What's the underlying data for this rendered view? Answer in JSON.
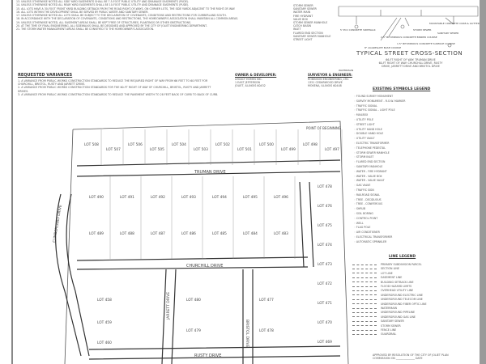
{
  "notes": [
    "13. UNLESS OTHERWISE NOTED ALL SIDE YARD EASEMENTS SHALL BE 7.5-FOOT PUBLIC UTILITY AND DRAINAGE EASEMENTS (PUDE).",
    "14. UNLESS OTHERWISE NOTED ALL REAR YARD EASEMENTS SHALL BE 10-FOOT PUBLIC UTILITY AND DRAINAGE EASEMENTS (PUDE).",
    "15. ALL LOTS HAVE A 30-FOOT FRONT YARD BUILDING SETBACK FROM THE ROAD RIGHT-OF-WAYS. ON CORNER LOTS, THE SIDE YARDS ADJACENT TO THE RIGHT-OF-WAY.",
    "16. ALL LOTS WITHIN THE DEVELOPMENT SHALL BE SERVED BY PUBLIC WATER AND SANITARY SEWER.",
    "17. UNLESS OTHERWISE NOTED ALL LOTS SHALL BE SUBJECT TO THE DECLARATION OF COVENANTS, CONDITIONS AND RESTRICTIONS FOR CUMBERLAND SOUTH.",
    "18. IN ACCORDANCE WITH THE DECLARATION OF COVENANTS, CONDITIONS AND RESTRICTIONS, THE HOMEOWNER'S ASSOCIATION SHALL MAINTAIN ALL COMMON AREAS.",
    "19. UNLESS OTHERWISE NOTED, ALL EASEMENT AREAS SHALL BE KEPT FREE OF STRUCTURES, PLANTINGS OR OTHER OBSTRUCTIONS.",
    "20. AT THE TIME OF FINAL ENGINEERING, ALL SIDEWALKS SHALL BE DESIGNED AND APPROVED BY THE CITY OF JOLIET ENGINEERING DEPARTMENT.",
    "21. THE STORM WATER MANAGEMENT AREAS SHALL BE CONVEYED TO THE HOMEOWNER'S ASSOCIATION."
  ],
  "variances": {
    "title": "REQUESTED VARIANCES",
    "items": [
      "1. A VARIANCE FROM PUBLIC WORKS CONSTRUCTION STANDARDS TO REDUCE THE REQUIRED RIGHT OF WAY FROM 66 FEET TO 60 FEET FOR CHURCHILL, BRISTOL, RUSTY AND JARRETT DRIVE.",
      "2. A VARIANCE FROM PUBLIC WORKS CONSTRUCTION STANDARDS FOR THE 60-FT RIGHT OF WAY OF CHURCHILL, BRISTOL, RUSTY AND JARRETT DRIVES.",
      "3. A VARIANCE FROM PUBLIC WORKS CONSTRUCTION STANDARDS TO REDUCE THE PAVEMENT WIDTH TO 28 FEET BACK OF CURB TO BACK OF CURB."
    ]
  },
  "owner": {
    "title": "OWNER & DEVELOPER:",
    "lines": [
      "LEGACY HOMES INC.",
      "1 EAST JEFFERSON",
      "JOLIET, ILLINOIS 60432"
    ]
  },
  "surveyor": {
    "title": "SURVEYOR & ENGINEER:",
    "lines": [
      "ROBINSON ENGINEERING, LTD.",
      "1351 CEDARWOOD DRIVE",
      "MOKENA, ILLINOIS 60448"
    ]
  },
  "cross_section": {
    "title": "TYPICAL STREET CROSS-SECTION",
    "sub": [
      "66-FT RIGHT OF WAY: TRUMAN DRIVE",
      "60-FT RIGHT OF WAY: CHURCHILL DRIVE, RUSTY",
      "DRIVE, JARRETT DRIVE AND BRISTOL DRIVE"
    ],
    "labels": [
      "5' PCC CONCRETE SIDEWALK",
      "WATERMAIN",
      "1.5\" BITUMINOUS CONCRETE SURFACE COURSE",
      "STORM SEWER",
      "2.5\" BITUMINOUS CONCRETE BINDER COURSE",
      "SANITARY SEWER",
      "MOUNTABLE CONCRETE CURB & GUTTER",
      "8\" AGGREGATE BASE COURSE"
    ]
  },
  "utility_key": [
    "STORM SEWER",
    "SANITARY SEWER",
    "WATER MAIN",
    "FIRE HYDRANT",
    "VALVE BOX",
    "STORM SEWER MANHOLE",
    "CATCH BASIN",
    "INLET",
    "FLARED END SECTION",
    "SANITARY SEWER MANHOLE",
    "STREET LIGHT"
  ],
  "symbols_legend": {
    "title": "EXISTING SYMBOLS LEGEND",
    "items": [
      "FOUND SURVEY MONUMENT",
      "SURVEY MONUMENT - R.O.W. MARKER",
      "TRAFFIC SIGNAL",
      "TRAFFIC SIGNAL - LIGHT POLE",
      "MAILBOX",
      "UTILITY POLE",
      "STREET LIGHT",
      "UTILITY HAND HOLE",
      "DOUBLE HAND HOLE",
      "UTILITY VAULT",
      "ELECTRIC TRANSFORMER",
      "TELEPHONE PEDESTAL",
      "STORM SEWER MANHOLE",
      "STORM INLET",
      "FLARED END SECTION",
      "SANITARY MANHOLE",
      "WATER - FIRE HYDRANT",
      "WATER - VALVE BOX",
      "WATER - VALVE VAULT",
      "GAS VALVE",
      "TRAFFIC SIGN",
      "RAILROAD SIGNAL",
      "TREE - DECIDUOUS",
      "TREE - CONIFEROUS",
      "SHRUB",
      "SOIL BORING",
      "CONTROL POINT",
      "WELL",
      "FLAG POLE",
      "AIR CONDITIONER",
      "ELECTRICAL TRANSFORMER",
      "AUTOMATIC SPRINKLER"
    ]
  },
  "line_legend": {
    "title": "LINE LEGEND",
    "items": [
      "PRIMARY SUBDIVISION PARCEL",
      "SECTION LINE",
      "LOT LINE",
      "EASEMENT LINE",
      "BUILDING SETBACK LINE",
      "FLOOD HAZARD LIMITS",
      "OVERHEAD UTILITY LINE",
      "UNDERGROUND ELECTRIC LINE",
      "UNDERGROUND TELECOM LINE",
      "UNDERGROUND FIBER OPTIC LINE",
      "WATERMAIN",
      "UNDERGROUND PIPELINE",
      "UNDERGROUND GAS LINE",
      "SANITARY SEWER",
      "STORM SEWER",
      "FENCE LINE",
      "GUARDRAIL"
    ]
  },
  "approval": [
    "APPROVED BY RESOLUTION OF THE CITY OF JOLIET PLAN",
    "COMMISSION ON ______________ DATE"
  ],
  "streets": {
    "truman": "TRUMAN DRIVE",
    "churchill": "CHURCHILL DRIVE",
    "cumberland": "CUMBERLAND DRIVE",
    "jarrett": "JARRETT DRIVE",
    "bristol": "BRISTOL DRIVE",
    "rusty": "RUSTY DRIVE"
  },
  "pob": "POINT OF BEGINNING",
  "lots_north": [
    "LOT 508",
    "LOT 507",
    "LOT 506",
    "LOT 505",
    "LOT 504",
    "LOT 503",
    "LOT 502",
    "LOT 501",
    "LOT 500",
    "LOT 499",
    "LOT 498",
    "LOT 497"
  ],
  "lots_mid_top": [
    "LOT 490",
    "LOT 491",
    "LOT 492",
    "LOT 493",
    "LOT 494",
    "LOT 495",
    "LOT 496"
  ],
  "lots_mid_bot": [
    "LOT 489",
    "LOT 488",
    "LOT 487",
    "LOT 486",
    "LOT 485",
    "LOT 484",
    "LOT 483"
  ],
  "lots_east": [
    "LOT 478",
    "LOT 476",
    "LOT 475",
    "LOT 474",
    "LOT 473",
    "LOT 472",
    "LOT 471",
    "LOT 470",
    "LOT 469"
  ],
  "lots_south": [
    "LOT 458",
    "LOT 459",
    "LOT 460",
    "LOT 480",
    "LOT 479",
    "LOT 477",
    "LOT 478"
  ]
}
